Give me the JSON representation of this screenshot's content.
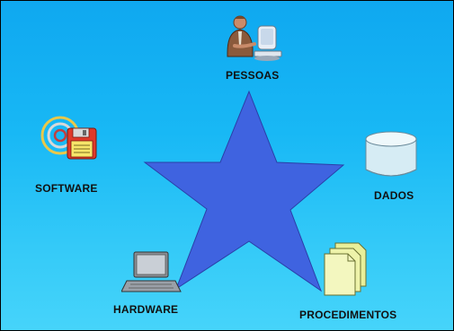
{
  "diagram": {
    "nodes": [
      {
        "id": "pessoas",
        "label": "PESSOAS",
        "icon": "person-at-computer-icon"
      },
      {
        "id": "software",
        "label": "SOFTWARE",
        "icon": "floppy-disk-icon"
      },
      {
        "id": "dados",
        "label": "DADOS",
        "icon": "database-cylinder-icon"
      },
      {
        "id": "hardware",
        "label": "HARDWARE",
        "icon": "laptop-icon"
      },
      {
        "id": "procedimentos",
        "label": "PROCEDIMENTOS",
        "icon": "document-stack-icon"
      }
    ],
    "center_shape": "star",
    "colors": {
      "background_top": "#0fa8f0",
      "background_bottom": "#46d4fa",
      "star_fill": "#3f63e0",
      "star_stroke": "#2a3fa8"
    }
  }
}
